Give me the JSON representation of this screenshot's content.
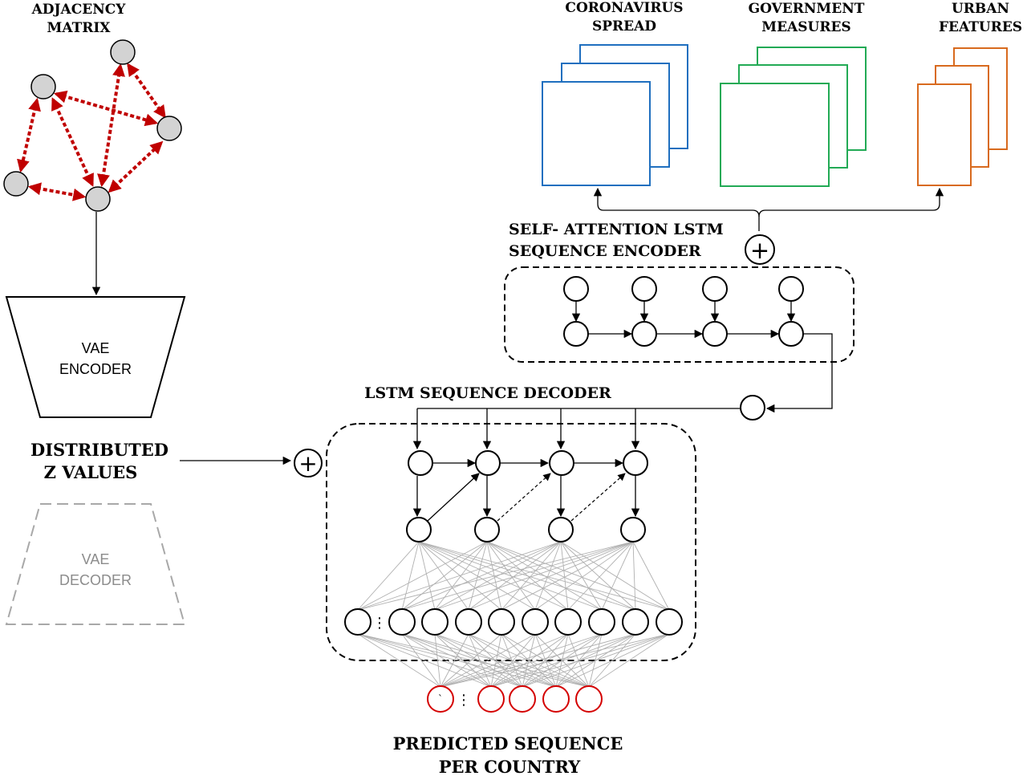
{
  "graph": {
    "title_line1": "ADJACENCY",
    "title_line2": "MATRIX"
  },
  "vae_encoder": {
    "line1": "VAE",
    "line2": "ENCODER"
  },
  "vae_decoder": {
    "line1": "VAE",
    "line2": "DECODER"
  },
  "z_values": {
    "line1": "DISTRIBUTED",
    "line2": "Z VALUES"
  },
  "inputs": {
    "coronavirus": {
      "line1": "CORONAVIRUS",
      "line2": "SPREAD",
      "color": "#1f6fbf"
    },
    "government": {
      "line1": "GOVERNMENT",
      "line2": "MEASURES",
      "color": "#22aa55"
    },
    "urban": {
      "line1": "URBAN",
      "line2": "FEATURES",
      "color": "#d86a1e"
    }
  },
  "encoder": {
    "line1": "SELF- ATTENTION LSTM",
    "line2": "SEQUENCE ENCODER"
  },
  "decoder": {
    "label": "LSTM SEQUENCE DECODER"
  },
  "output": {
    "line1": "PREDICTED SEQUENCE",
    "line2": "PER COUNTRY"
  },
  "symbols": {
    "plus": "+",
    "vdots": "⋮",
    "tick": "`"
  }
}
